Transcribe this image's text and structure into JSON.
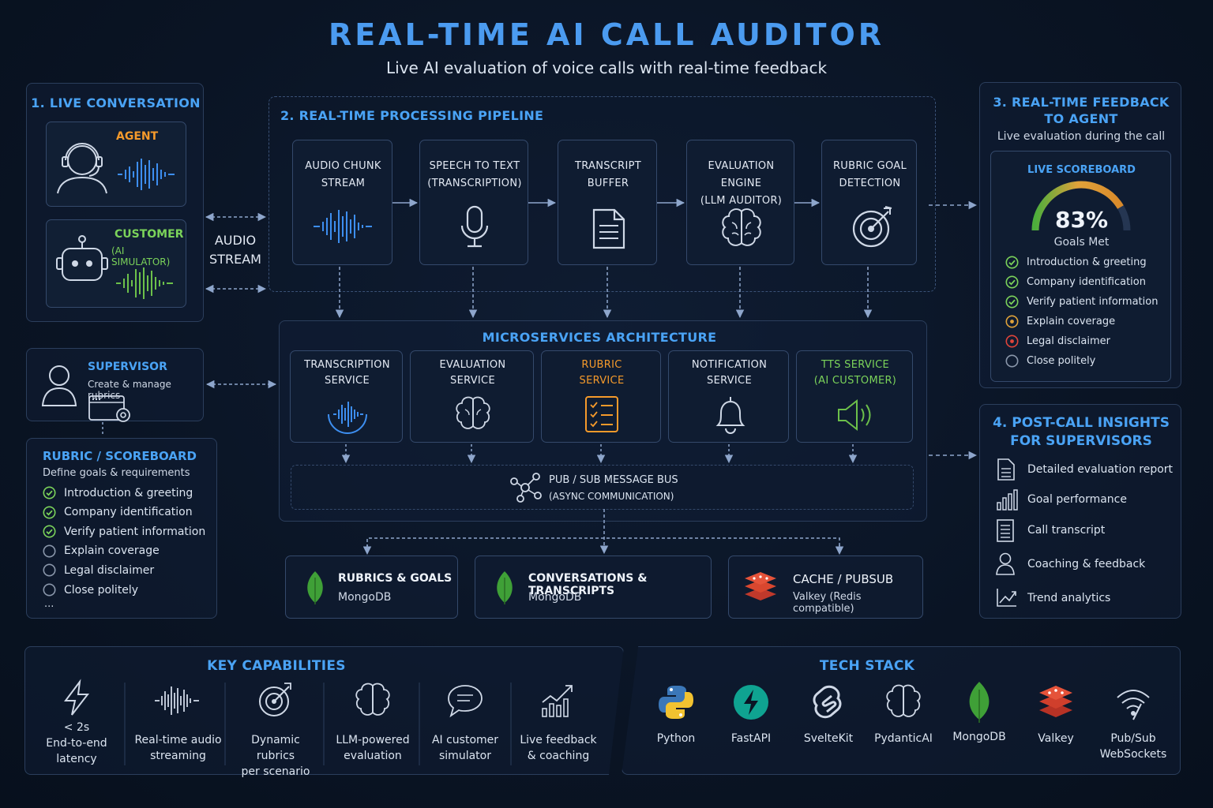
{
  "header": {
    "title": "REAL-TIME AI CALL AUDITOR",
    "subtitle": "Live AI evaluation of voice calls with real-time feedback"
  },
  "live_conversation": {
    "title": "1. LIVE CONVERSATION",
    "agent_label": "AGENT",
    "customer_label": "CUSTOMER",
    "customer_sub": "(AI SIMULATOR)",
    "audio_stream_line1": "AUDIO",
    "audio_stream_line2": "STREAM"
  },
  "pipeline": {
    "title": "2. REAL-TIME PROCESSING PIPELINE",
    "steps": [
      {
        "line1": "AUDIO CHUNK",
        "line2": "STREAM"
      },
      {
        "line1": "SPEECH TO TEXT",
        "line2": "(TRANSCRIPTION)"
      },
      {
        "line1": "TRANSCRIPT",
        "line2": "BUFFER"
      },
      {
        "line1": "EVALUATION ENGINE",
        "line2": "(LLM AUDITOR)"
      },
      {
        "line1": "RUBRIC GOAL",
        "line2": "DETECTION"
      }
    ]
  },
  "feedback": {
    "title_line1": "3. REAL-TIME FEEDBACK",
    "title_line2": "TO AGENT",
    "subtitle": "Live evaluation during the call",
    "scoreboard_title": "LIVE SCOREBOARD",
    "score": "83%",
    "score_label": "Goals Met",
    "score_fraction": 0.83,
    "items": [
      {
        "label": "Introduction & greeting",
        "status": "done"
      },
      {
        "label": "Company identification",
        "status": "done"
      },
      {
        "label": "Verify patient information",
        "status": "done"
      },
      {
        "label": "Explain coverage",
        "status": "partial"
      },
      {
        "label": "Legal disclaimer",
        "status": "missed"
      },
      {
        "label": "Close politely",
        "status": "pending"
      }
    ]
  },
  "supervisor": {
    "title": "SUPERVISOR",
    "subtitle": "Create & manage rubrics"
  },
  "rubric": {
    "title": "RUBRIC / SCOREBOARD",
    "subtitle": "Define goals & requirements",
    "items": [
      {
        "label": "Introduction & greeting",
        "status": "done"
      },
      {
        "label": "Company identification",
        "status": "done"
      },
      {
        "label": "Verify patient information",
        "status": "done"
      },
      {
        "label": "Explain coverage",
        "status": "pending"
      },
      {
        "label": "Legal disclaimer",
        "status": "pending"
      },
      {
        "label": "Close politely",
        "status": "pending"
      }
    ],
    "more": "..."
  },
  "microservices": {
    "title": "MICROSERVICES ARCHITECTURE",
    "services": [
      {
        "line1": "TRANSCRIPTION",
        "line2": "SERVICE",
        "color": "#e3e9f3"
      },
      {
        "line1": "EVALUATION",
        "line2": "SERVICE",
        "color": "#e3e9f3"
      },
      {
        "line1": "RUBRIC",
        "line2": "SERVICE",
        "color": "#f59a2b"
      },
      {
        "line1": "NOTIFICATION",
        "line2": "SERVICE",
        "color": "#e3e9f3"
      },
      {
        "line1": "TTS SERVICE",
        "line2": "(AI CUSTOMER)",
        "color": "#7bd35a"
      }
    ],
    "bus_line1": "PUB / SUB MESSAGE BUS",
    "bus_line2": "(ASYNC COMMUNICATION)"
  },
  "storage": [
    {
      "title": "RUBRICS & GOALS",
      "sub": "MongoDB"
    },
    {
      "title": "CONVERSATIONS & TRANSCRIPTS",
      "sub": "MongoDB"
    },
    {
      "title": "CACHE / PUBSUB",
      "sub": "Valkey (Redis compatible)"
    }
  ],
  "insights": {
    "title_line1": "4. POST-CALL INSIGHTS",
    "title_line2": "FOR SUPERVISORS",
    "items": [
      {
        "label": "Detailed evaluation report",
        "icon": "document-icon"
      },
      {
        "label": "Goal performance",
        "icon": "bar-chart-icon"
      },
      {
        "label": "Call transcript",
        "icon": "transcript-icon"
      },
      {
        "label": "Coaching & feedback",
        "icon": "person-icon"
      },
      {
        "label": "Trend analytics",
        "icon": "trend-icon"
      }
    ]
  },
  "capabilities": {
    "title": "KEY CAPABILITIES",
    "items": [
      {
        "line1": "< 2s",
        "line2": "End-to-end",
        "line3": "latency",
        "icon": "lightning-icon"
      },
      {
        "line1": "Real-time audio",
        "line2": "streaming",
        "line3": "",
        "icon": "waveform-icon"
      },
      {
        "line1": "Dynamic rubrics",
        "line2": "per scenario",
        "line3": "",
        "icon": "target-icon"
      },
      {
        "line1": "LLM-powered",
        "line2": "evaluation",
        "line3": "",
        "icon": "brain-icon"
      },
      {
        "line1": "AI customer",
        "line2": "simulator",
        "line3": "",
        "icon": "chat-icon"
      },
      {
        "line1": "Live feedback",
        "line2": "& coaching",
        "line3": "",
        "icon": "growth-chart-icon"
      }
    ]
  },
  "techstack": {
    "title": "TECH STACK",
    "items": [
      {
        "line1": "Python",
        "line2": "",
        "icon": "python-icon"
      },
      {
        "line1": "FastAPI",
        "line2": "",
        "icon": "fastapi-icon"
      },
      {
        "line1": "SvelteKit",
        "line2": "",
        "icon": "svelte-icon"
      },
      {
        "line1": "PydanticAI",
        "line2": "",
        "icon": "brain-icon"
      },
      {
        "line1": "MongoDB",
        "line2": "",
        "icon": "mongodb-leaf-icon"
      },
      {
        "line1": "Valkey",
        "line2": "",
        "icon": "valkey-icon"
      },
      {
        "line1": "Pub/Sub",
        "line2": "WebSockets",
        "icon": "wifi-icon"
      }
    ]
  },
  "colors": {
    "accent": "#4aa3f5",
    "agent": "#f59a2b",
    "customer": "#7bd35a",
    "done": "#7bd35a",
    "partial": "#e0a23a",
    "missed": "#e0443a",
    "pending": "#8a97ab",
    "background": "#0a1424"
  }
}
